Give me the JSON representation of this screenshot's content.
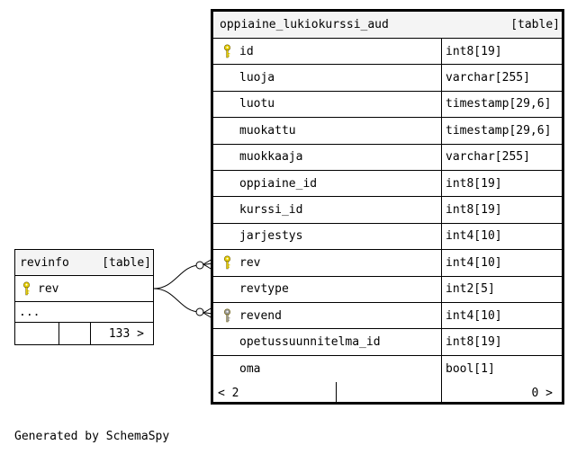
{
  "revinfo": {
    "name": "revinfo",
    "type_label": "[table]",
    "columns": [
      {
        "name": "rev",
        "key": "primary"
      }
    ],
    "more": "...",
    "footer": {
      "children": "133 >"
    }
  },
  "main_table": {
    "name": "oppiaine_lukiokurssi_aud",
    "type_label": "[table]",
    "columns": [
      {
        "name": "id",
        "type": "int8[19]",
        "key": "primary"
      },
      {
        "name": "luoja",
        "type": "varchar[255]",
        "key": ""
      },
      {
        "name": "luotu",
        "type": "timestamp[29,6]",
        "key": ""
      },
      {
        "name": "muokattu",
        "type": "timestamp[29,6]",
        "key": ""
      },
      {
        "name": "muokkaaja",
        "type": "varchar[255]",
        "key": ""
      },
      {
        "name": "oppiaine_id",
        "type": "int8[19]",
        "key": ""
      },
      {
        "name": "kurssi_id",
        "type": "int8[19]",
        "key": ""
      },
      {
        "name": "jarjestys",
        "type": "int4[10]",
        "key": ""
      },
      {
        "name": "rev",
        "type": "int4[10]",
        "key": "primary"
      },
      {
        "name": "revtype",
        "type": "int2[5]",
        "key": ""
      },
      {
        "name": "revend",
        "type": "int4[10]",
        "key": "foreign"
      },
      {
        "name": "opetussuunnitelma_id",
        "type": "int8[19]",
        "key": ""
      },
      {
        "name": "oma",
        "type": "bool[1]",
        "key": ""
      }
    ],
    "footer": {
      "parents": "< 2",
      "children": "0 >"
    }
  },
  "footer_text": "Generated by SchemaSpy",
  "colors": {
    "primary_key": "#e8d000",
    "foreign_key": "#9a9a9a",
    "header_bg": "#f4f4f4"
  },
  "icons": {
    "primary_key": "key-icon",
    "foreign_key": "key-icon"
  }
}
